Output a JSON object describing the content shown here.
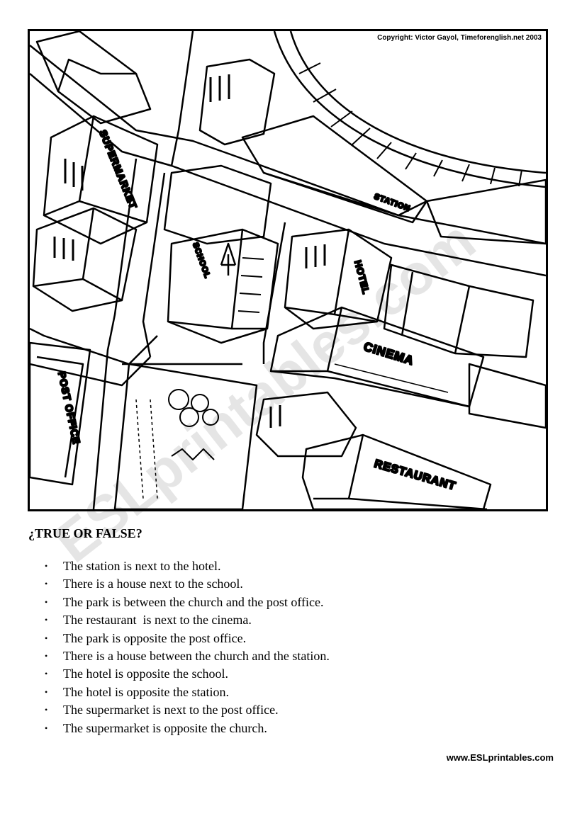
{
  "map": {
    "copyright": "Copyright: Victor Gayol, Timeforenglish.net 2003",
    "labels": {
      "supermarket": "SUPERMARKET",
      "station": "STATION",
      "school": "SCHOOL",
      "hotel": "HOTEL",
      "cinema": "CINEMA",
      "post_office": "POST OFFICE",
      "restaurant": "RESTAURANT"
    }
  },
  "worksheet": {
    "title": "¿TRUE OR FALSE?",
    "bullet": "•",
    "statements": [
      "The station is next to the hotel.",
      "There is a house next to the school.",
      "The park is between the church and the post office.",
      "The restaurant  is next to the cinema.",
      "The park is opposite the post office.",
      "There is a house between the church and the station.",
      "The hotel is opposite the school.",
      "The hotel is opposite the station.",
      "The supermarket is next to the post office.",
      "The supermarket is opposite the church."
    ]
  },
  "footer": {
    "url": "www.ESLprintables.com"
  },
  "watermark": {
    "text": "ESLprintables.com"
  }
}
